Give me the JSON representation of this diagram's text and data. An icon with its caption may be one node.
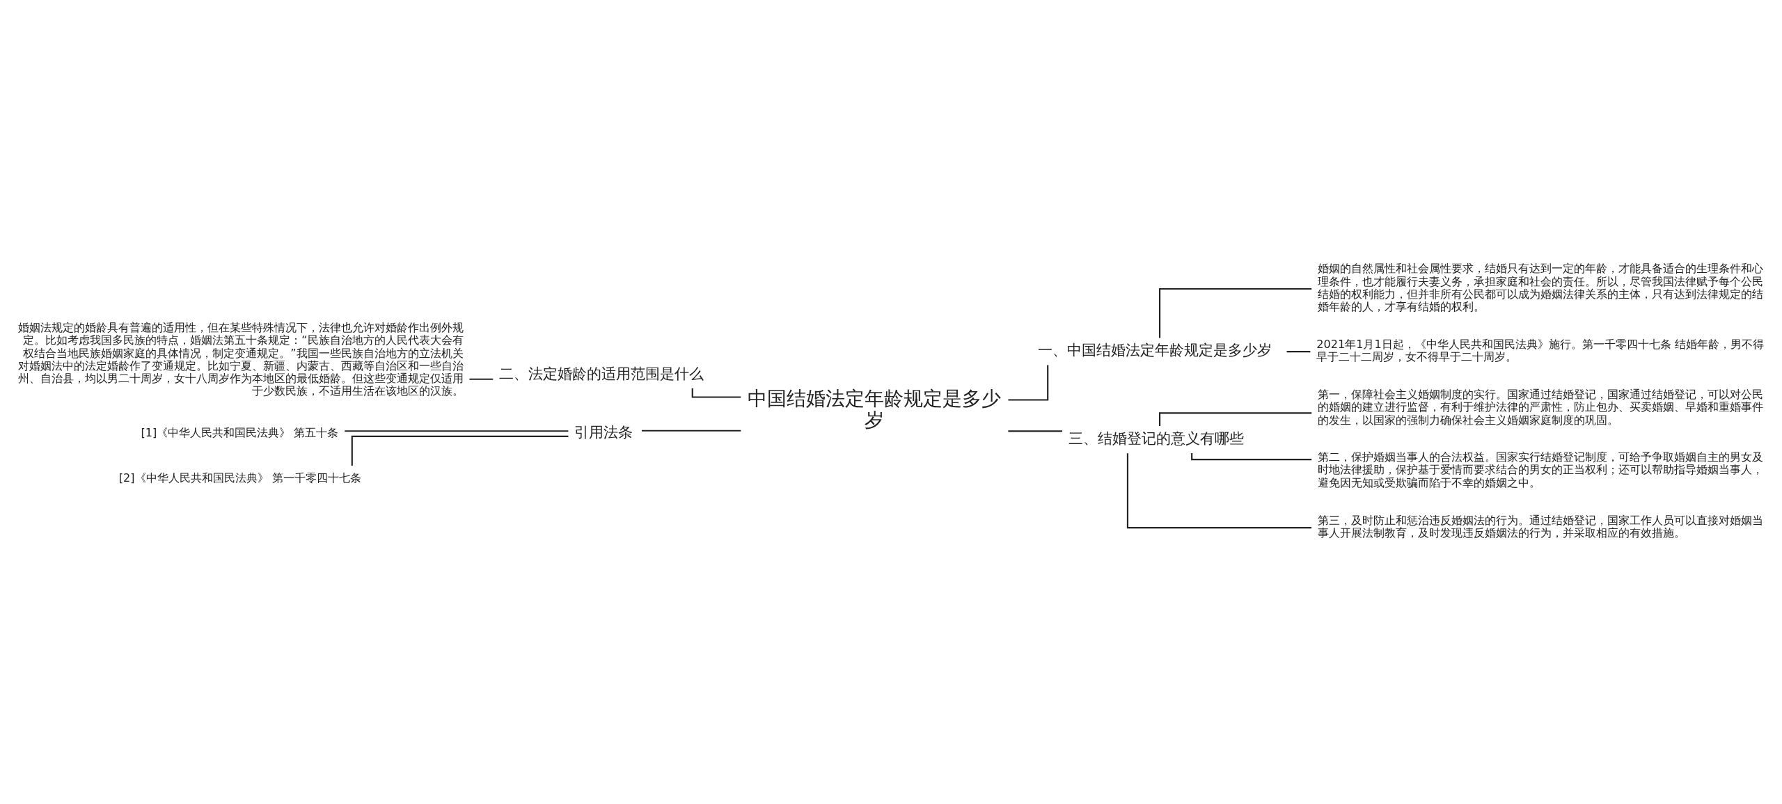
{
  "diagram": {
    "nodes": [
      {
        "text": [
          "中国结婚法定年龄规定是多少岁"
        ]
      },
      {
        "text": [
          "一、中国结婚法定年龄规定是多少岁"
        ]
      },
      {
        "text": [
          "婚姻的自然属性和社会属性要求，结婚只有达到一定的年龄，才能具备适合的生理条件和心理条件，也才能履行夫妻义务，承担家庭和社会的责任。所以，尽管我国法律赋予每个公民结婚的权利能力，但并非所有公民都可以成为婚姻法律关系的主体，只有达到法律规定的结婚年龄的人，才享有结婚的权利。"
        ]
      },
      {
        "text": [
          "2021年1月1日起，《中华人民共和国民法典》施行。第一千零四十七条 结婚年龄，男不得早于二十二周岁，女不得早于二十周岁。"
        ]
      },
      {
        "text": [
          "二、法定婚龄的适用范围是什么"
        ]
      },
      {
        "text": [
          "婚姻法规定的婚龄具有普遍的适用性，但在某些特殊情况下，法律也允许对婚龄作出例外规定。比如考虑我国多民族的特点，婚姻法第五十条规定：“民族自治地方的人民代表大会有权结合当地民族婚姻家庭的具体情况，制定变通规定。”我国一些民族自治地方的立法机关对婚姻法中的法定婚龄作了变通规定。比如宁夏、新疆、内蒙古、西藏等自治区和一些自治州、自治县，均以男二十周岁，女十八周岁作为本地区的最低婚龄。但这些变通规定仅适用于少数民族，不适用生活在该地区的汉族。"
        ]
      },
      {
        "text": [
          "三、结婚登记的意义有哪些"
        ]
      },
      {
        "text": [
          "第一，保障社会主义婚姻制度的实行。国家通过结婚登记，国家通过结婚登记，可以对公民的婚姻的建立进行监督，有利于维护法律的严肃性，防止包办、买卖婚姻、早婚和重婚事件的发生，以国家的强制力确保社会主义婚姻家庭制度的巩固。"
        ]
      },
      {
        "text": [
          "第二，保护婚姻当事人的合法权益。国家实行结婚登记制度，可给予争取婚姻自主的男女及时地法律援助，保护基于爱情而要求结合的男女的正当权利；还可以帮助指导婚姻当事人，避免因无知或受欺骗而陷于不幸的婚姻之中。"
        ]
      },
      {
        "text": [
          "第三，及时防止和惩治违反婚姻法的行为。通过结婚登记，国家工作人员可以直接对婚姻当事人开展法制教育，及时发现违反婚姻法的行为，并采取相应的有效措施。"
        ]
      },
      {
        "text": [
          "引用法条"
        ]
      },
      {
        "text": [
          "[1]《中华人民共和国民法典》 第五十条"
        ]
      },
      {
        "text": [
          "[2]《中华人民共和国民法典》 第一千零四十七条"
        ]
      }
    ],
    "edges": [
      {
        "from": 0,
        "to": 1,
        "arrow": "none"
      },
      {
        "from": 1,
        "to": 2,
        "arrow": "none"
      },
      {
        "from": 1,
        "to": 3,
        "arrow": "none"
      },
      {
        "from": 0,
        "to": 4,
        "arrow": "none"
      },
      {
        "from": 4,
        "to": 5,
        "arrow": "none"
      },
      {
        "from": 0,
        "to": 6,
        "arrow": "none"
      },
      {
        "from": 6,
        "to": 7,
        "arrow": "none"
      },
      {
        "from": 6,
        "to": 8,
        "arrow": "none"
      },
      {
        "from": 6,
        "to": 9,
        "arrow": "none"
      },
      {
        "from": 0,
        "to": 10,
        "arrow": "none"
      },
      {
        "from": 10,
        "to": 11,
        "arrow": "none"
      },
      {
        "from": 10,
        "to": 12,
        "arrow": "none"
      }
    ]
  }
}
